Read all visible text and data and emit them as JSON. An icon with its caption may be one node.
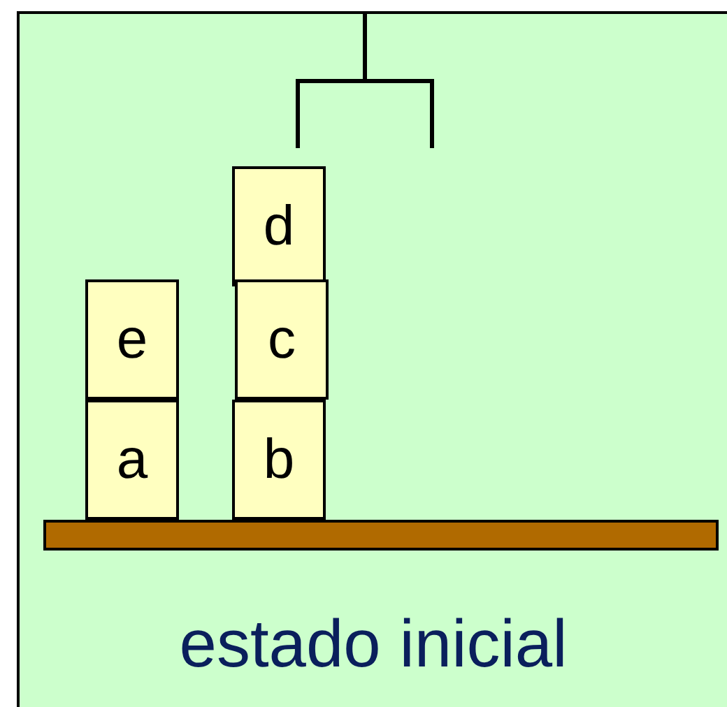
{
  "diagram": {
    "nodes": [
      {
        "text": [
          "estado inicial"
        ]
      },
      {
        "text": [
          "d"
        ],
        "in": 0
      },
      {
        "text": [
          "e"
        ],
        "in": 0
      },
      {
        "text": [
          "c"
        ],
        "in": 0
      },
      {
        "text": [
          "a"
        ],
        "in": 0
      },
      {
        "text": [
          "b"
        ],
        "in": 0
      }
    ],
    "edges": []
  }
}
